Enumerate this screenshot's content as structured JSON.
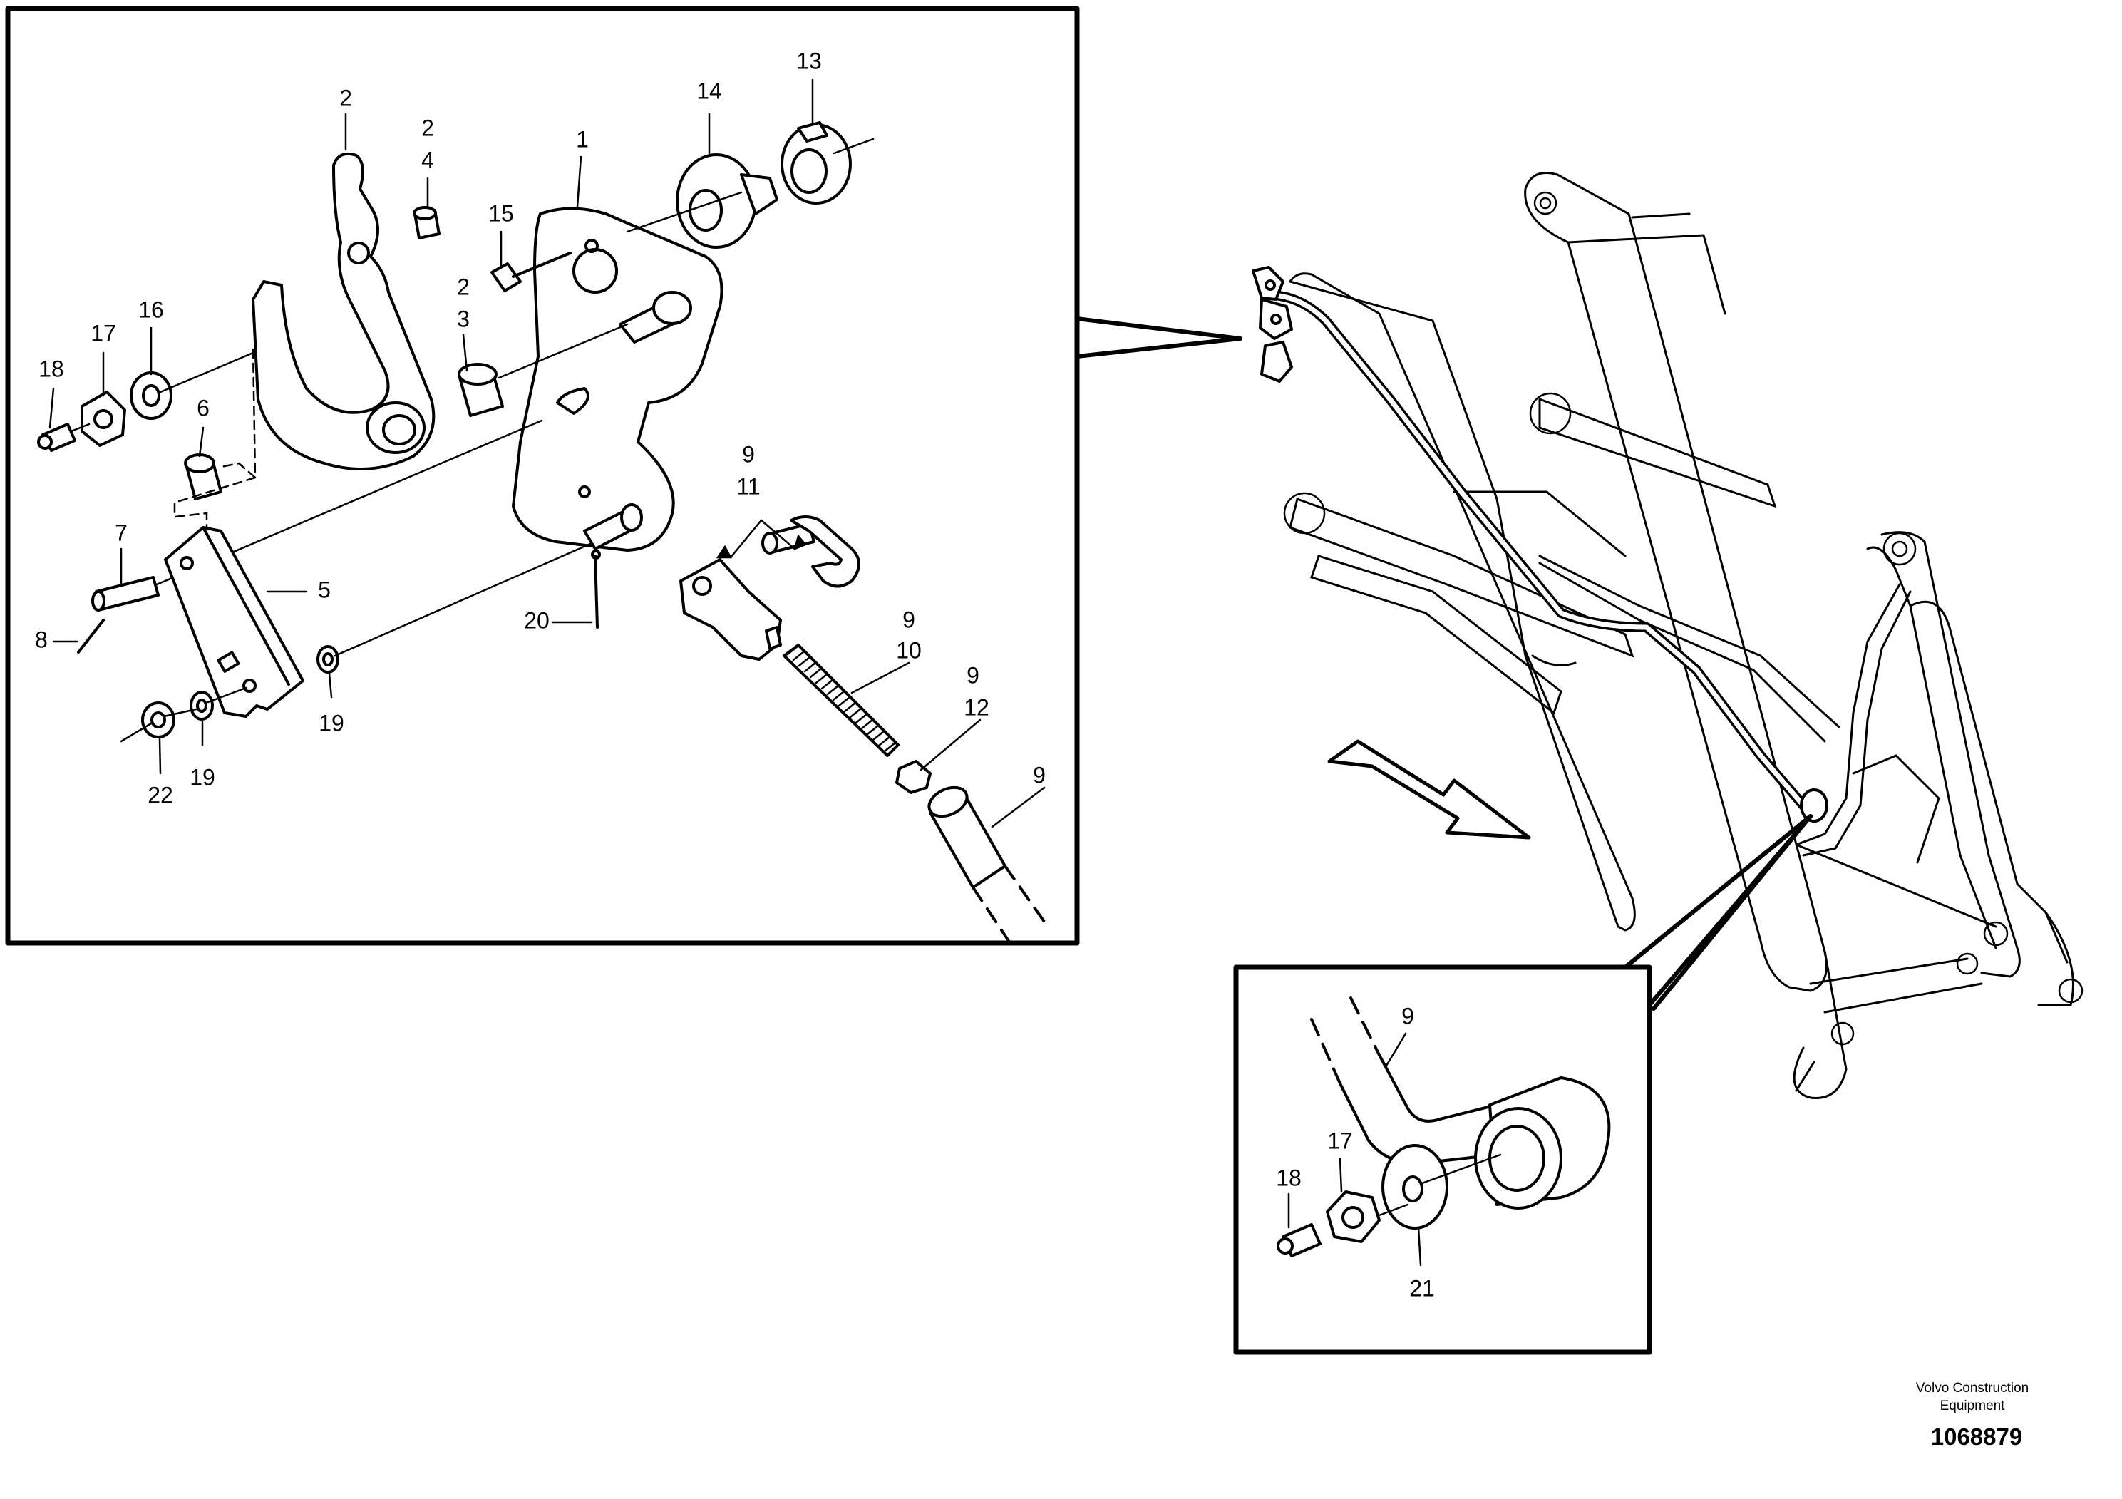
{
  "main_callouts": [
    {
      "id": "c1",
      "text": "2"
    },
    {
      "id": "c2",
      "text": "2"
    },
    {
      "id": "c3",
      "text": "4"
    },
    {
      "id": "c4",
      "text": "1"
    },
    {
      "id": "c5",
      "text": "14"
    },
    {
      "id": "c6",
      "text": "13"
    },
    {
      "id": "c7",
      "text": "15"
    },
    {
      "id": "c8",
      "text": "2"
    },
    {
      "id": "c9",
      "text": "3"
    },
    {
      "id": "c10",
      "text": "17"
    },
    {
      "id": "c11",
      "text": "16"
    },
    {
      "id": "c12",
      "text": "18"
    },
    {
      "id": "c13",
      "text": "6"
    },
    {
      "id": "c14",
      "text": "7"
    },
    {
      "id": "c15",
      "text": "5"
    },
    {
      "id": "c16",
      "text": "8"
    },
    {
      "id": "c17",
      "text": "9"
    },
    {
      "id": "c18",
      "text": "11"
    },
    {
      "id": "c19",
      "text": "20"
    },
    {
      "id": "c20",
      "text": "9"
    },
    {
      "id": "c21",
      "text": "10"
    },
    {
      "id": "c22",
      "text": "9"
    },
    {
      "id": "c23",
      "text": "12"
    },
    {
      "id": "c24",
      "text": "19"
    },
    {
      "id": "c25",
      "text": "22"
    },
    {
      "id": "c26",
      "text": "19"
    },
    {
      "id": "c27",
      "text": "9"
    }
  ],
  "detail_callouts": [
    {
      "id": "d1",
      "text": "9"
    },
    {
      "id": "d2",
      "text": "17"
    },
    {
      "id": "d3",
      "text": "18"
    },
    {
      "id": "d4",
      "text": "21"
    }
  ],
  "footer": {
    "brand_line1": "Volvo Construction",
    "brand_line2": "Equipment",
    "doc_number": "1068879"
  }
}
